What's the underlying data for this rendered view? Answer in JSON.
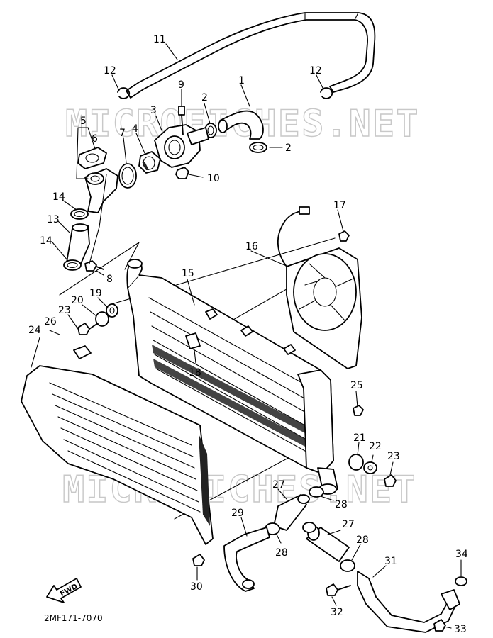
{
  "watermark": "MICROFICHES.NET",
  "diagram_code": "2MF171-7070",
  "fwd_label": "FWD",
  "labels": [
    {
      "id": "1",
      "text": "1"
    },
    {
      "id": "2a",
      "text": "2"
    },
    {
      "id": "2b",
      "text": "2"
    },
    {
      "id": "3",
      "text": "3"
    },
    {
      "id": "4",
      "text": "4"
    },
    {
      "id": "5",
      "text": "5"
    },
    {
      "id": "6",
      "text": "6"
    },
    {
      "id": "7",
      "text": "7"
    },
    {
      "id": "8",
      "text": "8"
    },
    {
      "id": "9",
      "text": "9"
    },
    {
      "id": "10",
      "text": "10"
    },
    {
      "id": "11",
      "text": "11"
    },
    {
      "id": "12a",
      "text": "12"
    },
    {
      "id": "12b",
      "text": "12"
    },
    {
      "id": "13",
      "text": "13"
    },
    {
      "id": "14a",
      "text": "14"
    },
    {
      "id": "14b",
      "text": "14"
    },
    {
      "id": "15",
      "text": "15"
    },
    {
      "id": "16",
      "text": "16"
    },
    {
      "id": "17",
      "text": "17"
    },
    {
      "id": "18",
      "text": "18"
    },
    {
      "id": "19",
      "text": "19"
    },
    {
      "id": "20",
      "text": "20"
    },
    {
      "id": "21",
      "text": "21"
    },
    {
      "id": "22",
      "text": "22"
    },
    {
      "id": "23a",
      "text": "23"
    },
    {
      "id": "23b",
      "text": "23"
    },
    {
      "id": "24",
      "text": "24"
    },
    {
      "id": "25",
      "text": "25"
    },
    {
      "id": "26",
      "text": "26"
    },
    {
      "id": "27a",
      "text": "27"
    },
    {
      "id": "27b",
      "text": "27"
    },
    {
      "id": "28a",
      "text": "28"
    },
    {
      "id": "28b",
      "text": "28"
    },
    {
      "id": "28c",
      "text": "28"
    },
    {
      "id": "29",
      "text": "29"
    },
    {
      "id": "30",
      "text": "30"
    },
    {
      "id": "31",
      "text": "31"
    },
    {
      "id": "32",
      "text": "32"
    },
    {
      "id": "33",
      "text": "33"
    },
    {
      "id": "34",
      "text": "34"
    }
  ]
}
